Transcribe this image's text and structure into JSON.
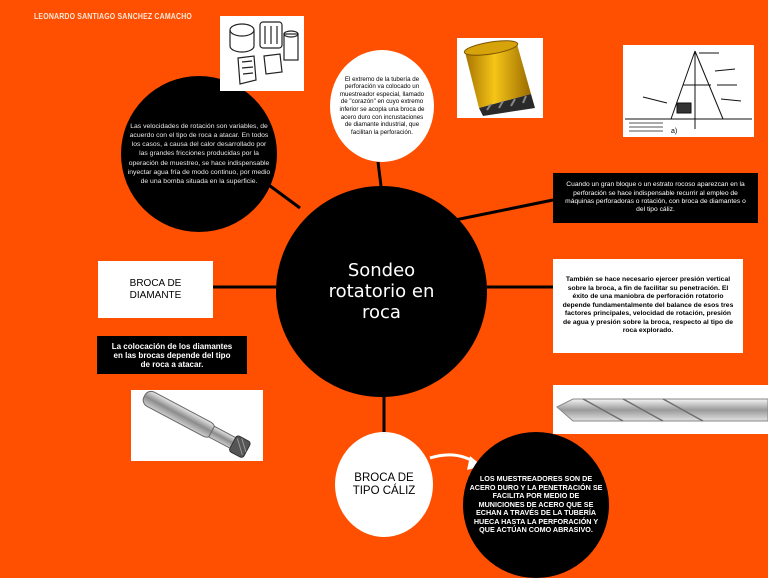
{
  "author": "LEONARDO SANTIAGO SANCHEZ CAMACHO",
  "center_title": "Sondeo rotatorio en roca",
  "velocity_note": "Las velocidades de rotación son variables, de acuerdo con el tipo de roca a atacar. En todos los casos, a causa del calor desarrollado por las grandes fricciones producidas por la operación de muestreo, se hace indispensable inyectar agua fría de modo continuo, por medio de una bomba situada en la superficie.",
  "core_note": "El extremo de la tubería de perforación va colocado un muestreador especial, llamado de \"corazón\" en cuyo extremo inferior se acopla una broca de acero duro con incrustaciones de diamante industrial, que facilitan la perforación.",
  "block_note": "Cuando un gran bloque o un estrato rocoso aparezcan en la perforación se hace indispensable recurrir al empleo de máquinas perforadoras o rotación, con broca de diamantes o del tipo cáliz.",
  "pressure_note": "También se hace necesario ejercer presión vertical sobre la broca, a fin de facilitar su penetración. El éxito de una maniobra de perforación rotatorio depende fundamentalmente del balance de esos tres factores principales, velocidad de rotación, presión de agua y presión sobre la broca, respecto al tipo de roca explorado.",
  "diamond_label": "BROCA DE DIAMANTE",
  "diamond_note": "La colocación de los diamantes en las brocas depende del tipo de roca a atacar.",
  "caliz_label": "BROCA DE TIPO CÁLIZ",
  "caliz_note": "LOS MUESTREADORES SON DE ACERO DURO Y LA PENETRACIÓN SE FACILITA POR MEDIO DE MUNICIONES DE ACERO QUE SE ECHAN A TRAVÉS DE LA TUBERÍA HUECA HASTA LA PERFORACIÓN Y QUE ACTÚAN COMO ABRASIVO.",
  "rig_labels": {
    "part_a": "a)"
  },
  "colors": {
    "background": "#ff4f00",
    "node": "#000000",
    "card": "#ffffff",
    "bit_gold": "#e8b10b"
  }
}
